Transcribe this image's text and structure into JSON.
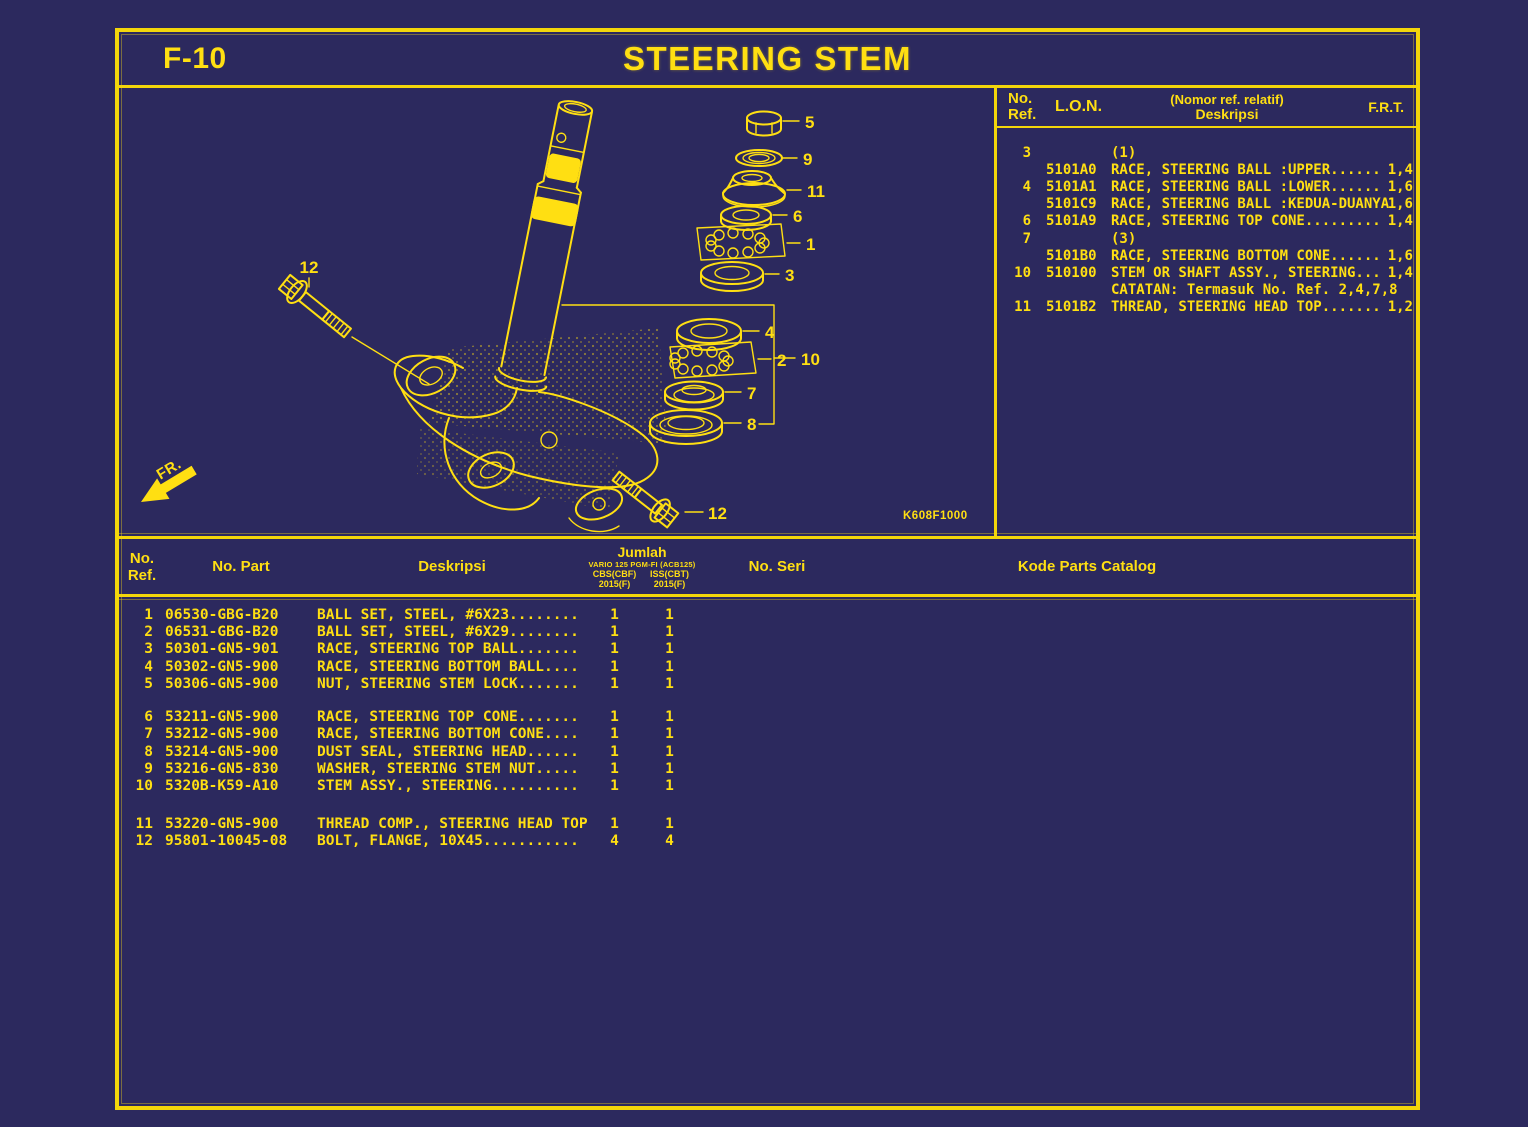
{
  "page": {
    "code": "F-10",
    "title": "STEERING STEM",
    "diagram_code": "K608F1000",
    "fr_label": "FR."
  },
  "colors": {
    "background_navy": "#2c295e",
    "accent_yellow": "#ffdf12",
    "line_yellow": "#f3d60b"
  },
  "ref_table": {
    "header": {
      "no": "No.",
      "ref": "Ref.",
      "lon": "L.O.N.",
      "desc_note": "(Nomor ref. relatif)",
      "desc": "Deskripsi",
      "frt": "F.R.T."
    },
    "rows": [
      {
        "ref": "3",
        "lon": "",
        "desc": "(1)",
        "frt": ""
      },
      {
        "ref": "",
        "lon": "5101A0",
        "desc": "RACE, STEERING BALL :UPPER......",
        "frt": "1,4"
      },
      {
        "ref": "4",
        "lon": "5101A1",
        "desc": "RACE, STEERING BALL :LOWER......",
        "frt": "1,6"
      },
      {
        "ref": "",
        "lon": "5101C9",
        "desc": "RACE, STEERING BALL :KEDUA-DUANYA",
        "frt": "1,6"
      },
      {
        "ref": "6",
        "lon": "5101A9",
        "desc": "RACE, STEERING TOP CONE.........",
        "frt": "1,4"
      },
      {
        "ref": "7",
        "lon": "",
        "desc": "(3)",
        "frt": ""
      },
      {
        "ref": "",
        "lon": "5101B0",
        "desc": "RACE, STEERING BOTTOM CONE......",
        "frt": "1,6"
      },
      {
        "ref": "10",
        "lon": "510100",
        "desc": "STEM OR SHAFT ASSY., STEERING...",
        "frt": "1,4"
      },
      {
        "ref": "",
        "lon": "",
        "desc": "CATATAN: Termasuk No. Ref. 2,4,7,8",
        "frt": ""
      },
      {
        "ref": "11",
        "lon": "5101B2",
        "desc": "THREAD, STEERING HEAD TOP.......",
        "frt": "1,2"
      }
    ]
  },
  "parts_table": {
    "header": {
      "no": "No.",
      "ref": "Ref.",
      "part": "No. Part",
      "desc": "Deskripsi",
      "jumlah": "Jumlah",
      "model": "VARIO 125 PGM-FI (ACB125)",
      "col1": "CBS(CBF)",
      "col2": "ISS(CBT)",
      "year1": "2015(F)",
      "year2": "2015(F)",
      "seri": "No. Seri",
      "catalog": "Kode Parts Catalog"
    },
    "rows": [
      {
        "ref": "1",
        "part": "06530-GBG-B20",
        "desc": "BALL SET, STEEL, #6X23........",
        "qty1": "1",
        "qty2": "1"
      },
      {
        "ref": "2",
        "part": "06531-GBG-B20",
        "desc": "BALL SET, STEEL, #6X29........",
        "qty1": "1",
        "qty2": "1"
      },
      {
        "ref": "3",
        "part": "50301-GN5-901",
        "desc": "RACE, STEERING TOP BALL.......",
        "qty1": "1",
        "qty2": "1"
      },
      {
        "ref": "4",
        "part": "50302-GN5-900",
        "desc": "RACE, STEERING BOTTOM BALL....",
        "qty1": "1",
        "qty2": "1"
      },
      {
        "ref": "5",
        "part": "50306-GN5-900",
        "desc": "NUT, STEERING STEM LOCK.......",
        "qty1": "1",
        "qty2": "1"
      },
      {
        "ref": "6",
        "part": "53211-GN5-900",
        "desc": "RACE, STEERING TOP CONE.......",
        "qty1": "1",
        "qty2": "1"
      },
      {
        "ref": "7",
        "part": "53212-GN5-900",
        "desc": "RACE, STEERING BOTTOM CONE....",
        "qty1": "1",
        "qty2": "1"
      },
      {
        "ref": "8",
        "part": "53214-GN5-900",
        "desc": "DUST SEAL, STEERING HEAD......",
        "qty1": "1",
        "qty2": "1"
      },
      {
        "ref": "9",
        "part": "53216-GN5-830",
        "desc": "WASHER, STEERING STEM NUT.....",
        "qty1": "1",
        "qty2": "1"
      },
      {
        "ref": "10",
        "part": "5320B-K59-A10",
        "desc": "STEM ASSY., STEERING..........",
        "qty1": "1",
        "qty2": "1"
      },
      {
        "ref": "11",
        "part": "53220-GN5-900",
        "desc": "THREAD COMP., STEERING HEAD TOP",
        "qty1": "1",
        "qty2": "1"
      },
      {
        "ref": "12",
        "part": "95801-10045-08",
        "desc": "BOLT, FLANGE, 10X45...........",
        "qty1": "4",
        "qty2": "4"
      }
    ]
  },
  "diagram": {
    "callouts": {
      "c1": "1",
      "c2": "2",
      "c3": "3",
      "c4": "4",
      "c5": "5",
      "c6": "6",
      "c7": "7",
      "c8": "8",
      "c10": "10",
      "c11": "11",
      "c12a": "12",
      "c12b": "12"
    }
  }
}
